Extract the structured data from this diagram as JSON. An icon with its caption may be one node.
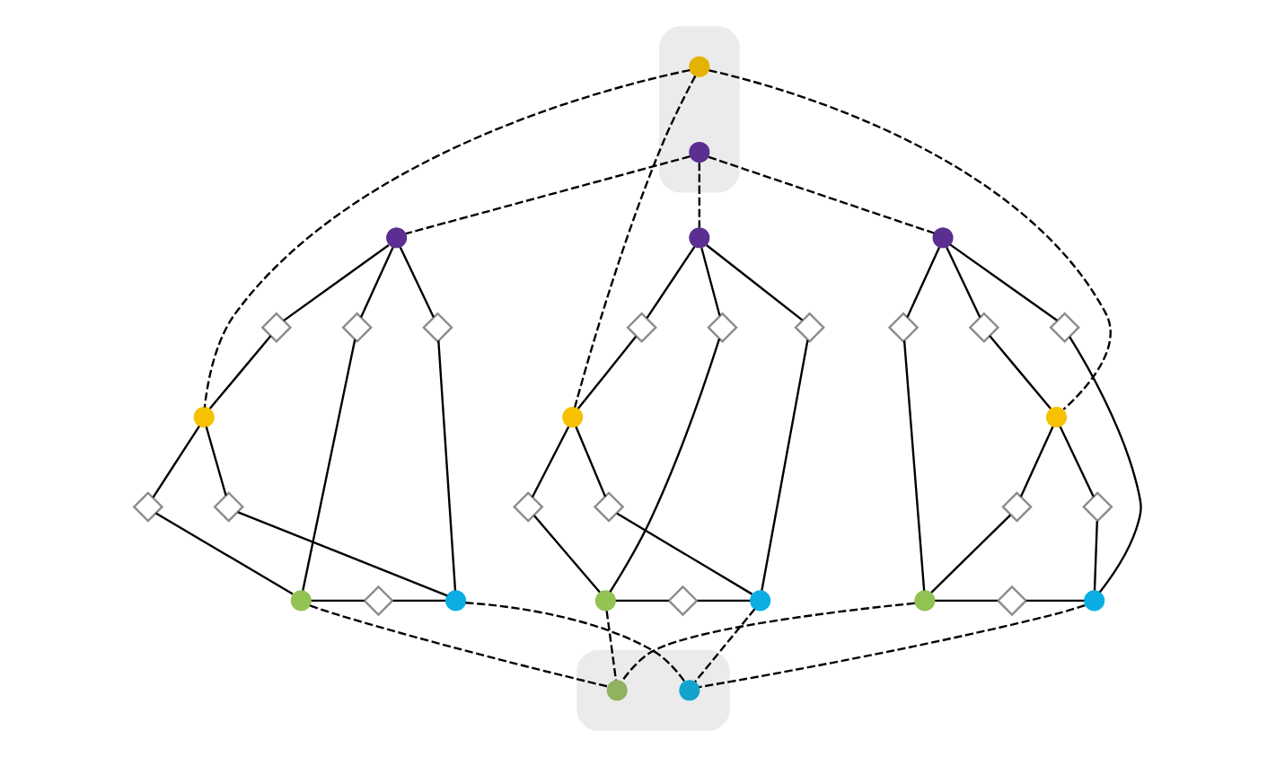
{
  "diagram": {
    "nodes": [
      {
        "text": [],
        "shape": "ellipse"
      },
      {
        "text": [],
        "shape": "circle",
        "in": 0
      },
      {
        "text": [],
        "shape": "circle",
        "in": 0
      },
      {
        "text": [],
        "shape": "circle"
      },
      {
        "text": [],
        "shape": "diamond"
      },
      {
        "text": [],
        "shape": "diamond"
      },
      {
        "text": [],
        "shape": "diamond"
      },
      {
        "text": [],
        "shape": "circle"
      },
      {
        "text": [],
        "shape": "diamond"
      },
      {
        "text": [],
        "shape": "diamond"
      },
      {
        "text": [],
        "shape": "circle"
      },
      {
        "text": [],
        "shape": "diamond"
      },
      {
        "text": [],
        "shape": "circle"
      },
      {
        "text": [],
        "shape": "circle"
      },
      {
        "text": [],
        "shape": "diamond"
      },
      {
        "text": [],
        "shape": "diamond"
      },
      {
        "text": [],
        "shape": "diamond"
      },
      {
        "text": [],
        "shape": "circle"
      },
      {
        "text": [],
        "shape": "diamond"
      },
      {
        "text": [],
        "shape": "diamond"
      },
      {
        "text": [],
        "shape": "circle"
      },
      {
        "text": [],
        "shape": "diamond"
      },
      {
        "text": [],
        "shape": "circle"
      },
      {
        "text": [],
        "shape": "circle"
      },
      {
        "text": [],
        "shape": "diamond"
      },
      {
        "text": [],
        "shape": "diamond"
      },
      {
        "text": [],
        "shape": "diamond"
      },
      {
        "text": [],
        "shape": "circle"
      },
      {
        "text": [],
        "shape": "diamond"
      },
      {
        "text": [],
        "shape": "diamond"
      },
      {
        "text": [],
        "shape": "circle"
      },
      {
        "text": [],
        "shape": "diamond"
      },
      {
        "text": [],
        "shape": "circle"
      },
      {
        "text": [],
        "shape": "ellipse"
      },
      {
        "text": [],
        "shape": "circle",
        "in": 33
      },
      {
        "text": [],
        "shape": "circle",
        "in": 33
      }
    ],
    "edges": [
      {
        "from": 3,
        "to": 4,
        "arrow": "none"
      },
      {
        "from": 4,
        "to": 7,
        "arrow": "none"
      },
      {
        "from": 3,
        "to": 5,
        "arrow": "none"
      },
      {
        "from": 5,
        "to": 10,
        "arrow": "none"
      },
      {
        "from": 3,
        "to": 6,
        "arrow": "none"
      },
      {
        "from": 6,
        "to": 12,
        "arrow": "none"
      },
      {
        "from": 7,
        "to": 8,
        "arrow": "none"
      },
      {
        "from": 8,
        "to": 10,
        "arrow": "none"
      },
      {
        "from": 7,
        "to": 9,
        "arrow": "none"
      },
      {
        "from": 9,
        "to": 12,
        "arrow": "none"
      },
      {
        "from": 10,
        "to": 11,
        "arrow": "none"
      },
      {
        "from": 11,
        "to": 12,
        "arrow": "none"
      },
      {
        "from": 13,
        "to": 14,
        "arrow": "none"
      },
      {
        "from": 14,
        "to": 17,
        "arrow": "none"
      },
      {
        "from": 13,
        "to": 15,
        "arrow": "none"
      },
      {
        "from": 15,
        "to": 20,
        "arrow": "none"
      },
      {
        "from": 13,
        "to": 16,
        "arrow": "none"
      },
      {
        "from": 16,
        "to": 22,
        "arrow": "none"
      },
      {
        "from": 17,
        "to": 18,
        "arrow": "none"
      },
      {
        "from": 18,
        "to": 20,
        "arrow": "none"
      },
      {
        "from": 17,
        "to": 19,
        "arrow": "none"
      },
      {
        "from": 19,
        "to": 22,
        "arrow": "none"
      },
      {
        "from": 20,
        "to": 21,
        "arrow": "none"
      },
      {
        "from": 21,
        "to": 22,
        "arrow": "none"
      },
      {
        "from": 23,
        "to": 24,
        "arrow": "none"
      },
      {
        "from": 24,
        "to": 27,
        "arrow": "none"
      },
      {
        "from": 23,
        "to": 25,
        "arrow": "none"
      },
      {
        "from": 25,
        "to": 30,
        "arrow": "none"
      },
      {
        "from": 23,
        "to": 26,
        "arrow": "none"
      },
      {
        "from": 26,
        "to": 32,
        "arrow": "none"
      },
      {
        "from": 27,
        "to": 28,
        "arrow": "none"
      },
      {
        "from": 28,
        "to": 30,
        "arrow": "none"
      },
      {
        "from": 27,
        "to": 29,
        "arrow": "none"
      },
      {
        "from": 29,
        "to": 32,
        "arrow": "none"
      },
      {
        "from": 30,
        "to": 31,
        "arrow": "none"
      },
      {
        "from": 31,
        "to": 32,
        "arrow": "none"
      },
      {
        "from": 1,
        "to": 7,
        "arrow": "none",
        "style": "dashed"
      },
      {
        "from": 1,
        "to": 17,
        "arrow": "none",
        "style": "dashed"
      },
      {
        "from": 1,
        "to": 27,
        "arrow": "none",
        "style": "dashed"
      },
      {
        "from": 2,
        "to": 3,
        "arrow": "none",
        "style": "dashed"
      },
      {
        "from": 2,
        "to": 13,
        "arrow": "none",
        "style": "dashed"
      },
      {
        "from": 2,
        "to": 23,
        "arrow": "none",
        "style": "dashed"
      },
      {
        "from": 10,
        "to": 34,
        "arrow": "none",
        "style": "dashed"
      },
      {
        "from": 20,
        "to": 34,
        "arrow": "none",
        "style": "dashed"
      },
      {
        "from": 30,
        "to": 34,
        "arrow": "none",
        "style": "dashed"
      },
      {
        "from": 12,
        "to": 35,
        "arrow": "none",
        "style": "dashed"
      },
      {
        "from": 22,
        "to": 35,
        "arrow": "none",
        "style": "dashed"
      },
      {
        "from": 32,
        "to": 35,
        "arrow": "none",
        "style": "dashed"
      }
    ]
  }
}
